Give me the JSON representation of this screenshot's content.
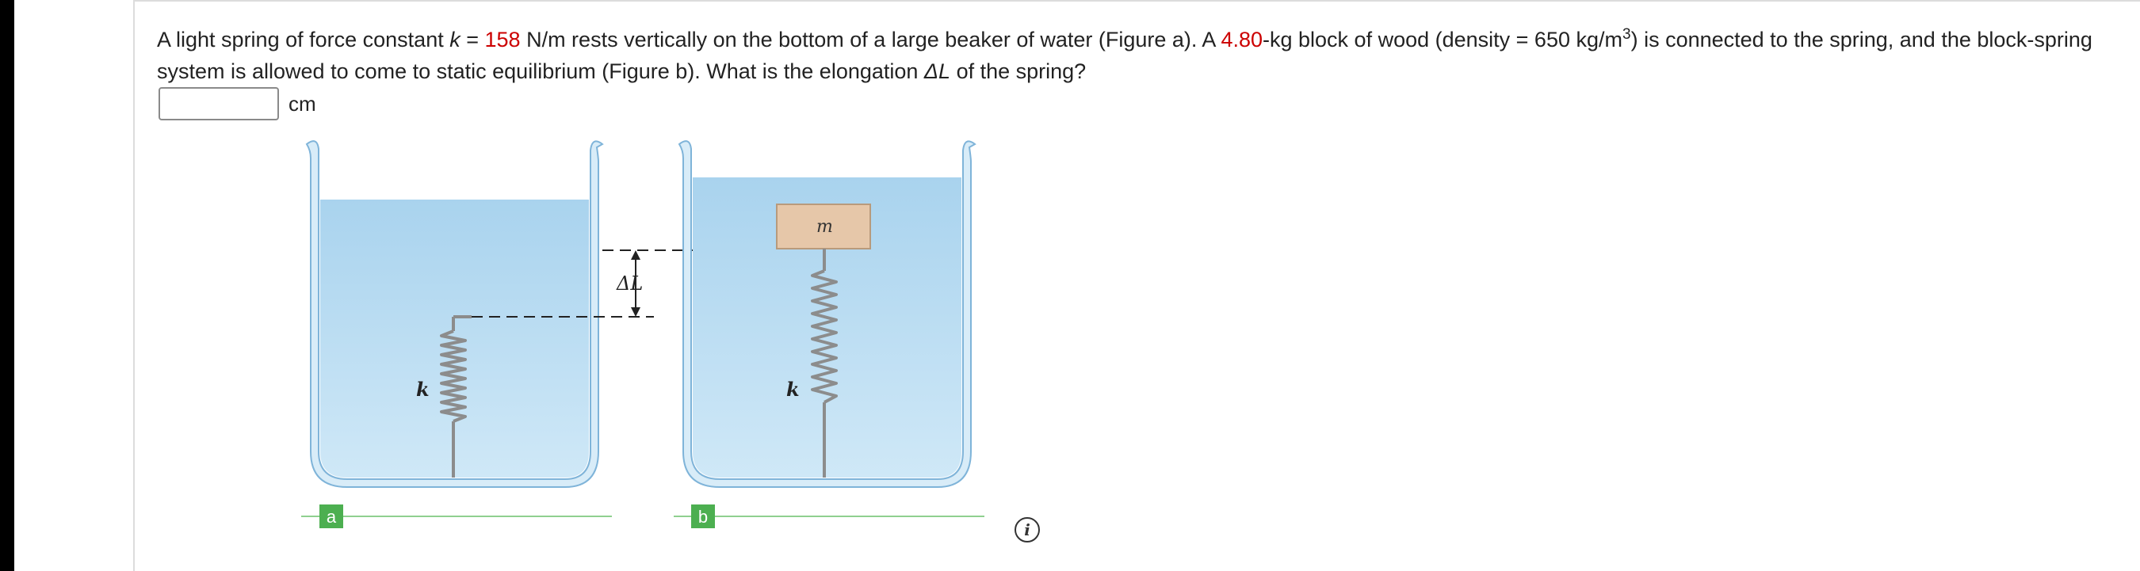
{
  "question": {
    "p1": "A light spring of force constant ",
    "k_symbol": "k",
    "p2": " = ",
    "k_value": "158",
    "p3": " N/m rests vertically on the bottom of a large beaker of water (Figure a). A ",
    "mass_value": "4.80",
    "p4": "-kg block of wood (density = 650 kg/m",
    "density_exp": "3",
    "p5": ") is connected to the spring, and the block-spring system is allowed to come to static equilibrium (Figure b). What is the elongation ",
    "delta_L": "ΔL",
    "p6": " of the spring?"
  },
  "answer": {
    "value": "",
    "placeholder": "",
    "unit": "cm"
  },
  "figure": {
    "label_a": "a",
    "label_b": "b",
    "spring_label_a": "k",
    "spring_label_b": "k",
    "block_label": "m",
    "elongation_label": "ΔL",
    "water_color": "#b9dcf2",
    "glass_color": "#cfe6f6",
    "block_color": "#e6c7a9",
    "label_color": "#4caf50"
  },
  "info_button": {
    "symbol": "i"
  }
}
